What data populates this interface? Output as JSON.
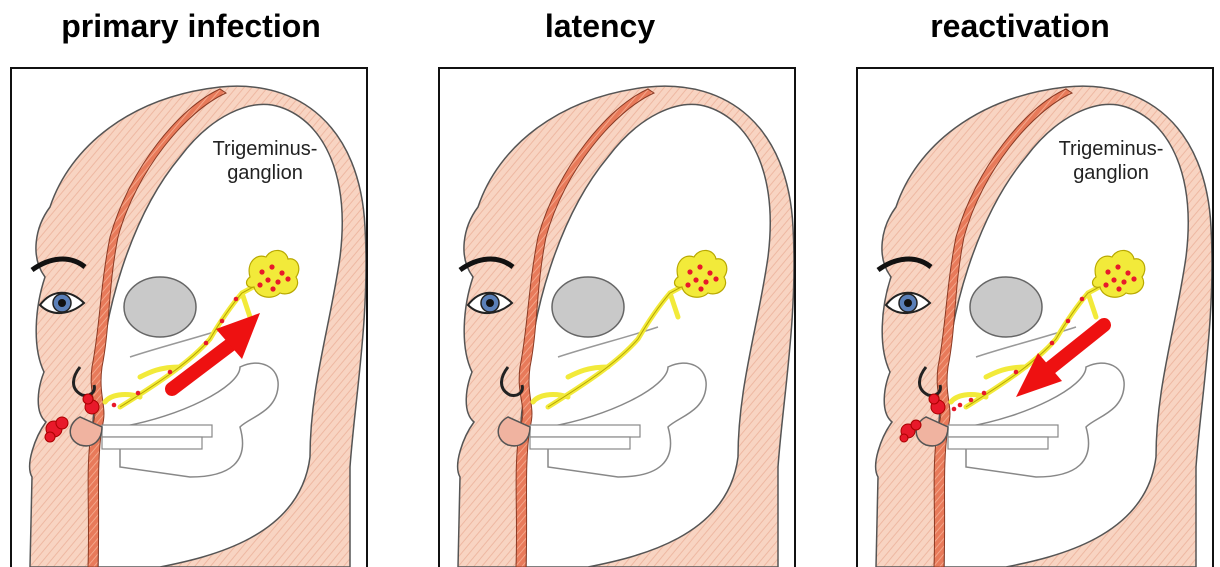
{
  "panels": [
    {
      "title": "primary infection",
      "label_line1": "Trigeminus-",
      "label_line2": "ganglion",
      "arrow": "toward ganglion"
    },
    {
      "title": "latency",
      "label_line1": "",
      "label_line2": "",
      "arrow": "none"
    },
    {
      "title": "reactivation",
      "label_line1": "Trigeminus-",
      "label_line2": "ganglion",
      "arrow": "toward lips"
    }
  ],
  "colors": {
    "skin": "#f8d4c2",
    "bone_stripe": "#e87a5a",
    "nerve": "#f2ea3a",
    "virus": "#e8192a",
    "arrow": "#ee1111",
    "eye_iris": "#5a7fb8"
  }
}
